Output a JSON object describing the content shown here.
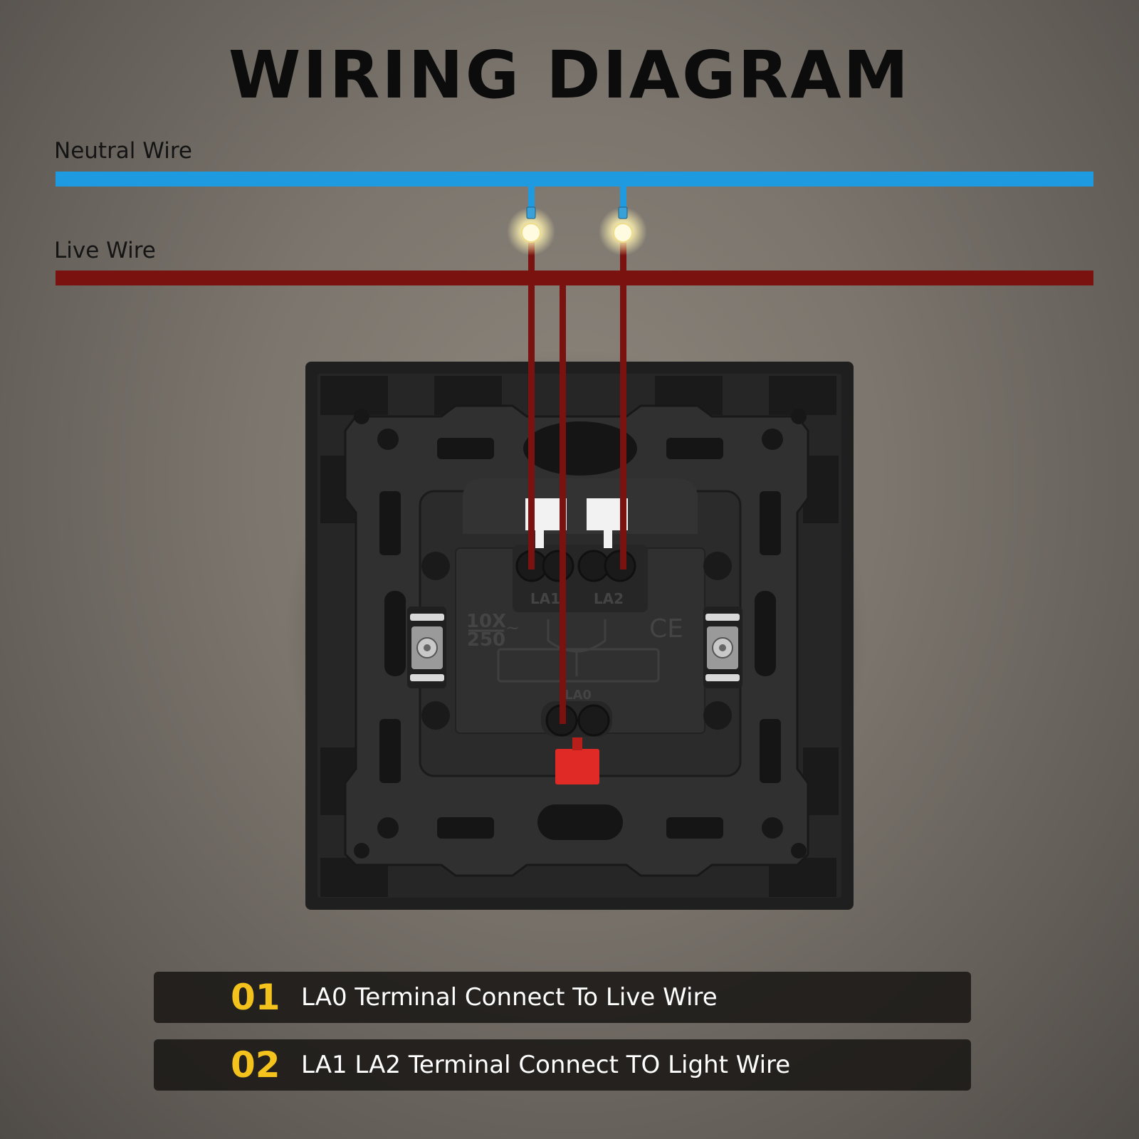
{
  "title": "WIRING DIAGRAM",
  "wires": {
    "neutral": {
      "label": "Neutral Wire",
      "color": "#1e9be0"
    },
    "live": {
      "label": "Live Wire",
      "color": "#7a1210"
    }
  },
  "switch": {
    "terminals": [
      "LA1",
      "LA2",
      "LA0"
    ],
    "rating_top": "10X",
    "rating_bottom": "250",
    "rating_symbol": "~",
    "certification": "CE"
  },
  "instructions": [
    {
      "number": "01",
      "text": "LA0 Terminal Connect To Live Wire"
    },
    {
      "number": "02",
      "text": "LA1 LA2 Terminal Connect TO Light Wire"
    }
  ],
  "colors": {
    "accent_number": "#f4c21c",
    "toggle": "#e02a25",
    "plate": "#232323"
  }
}
